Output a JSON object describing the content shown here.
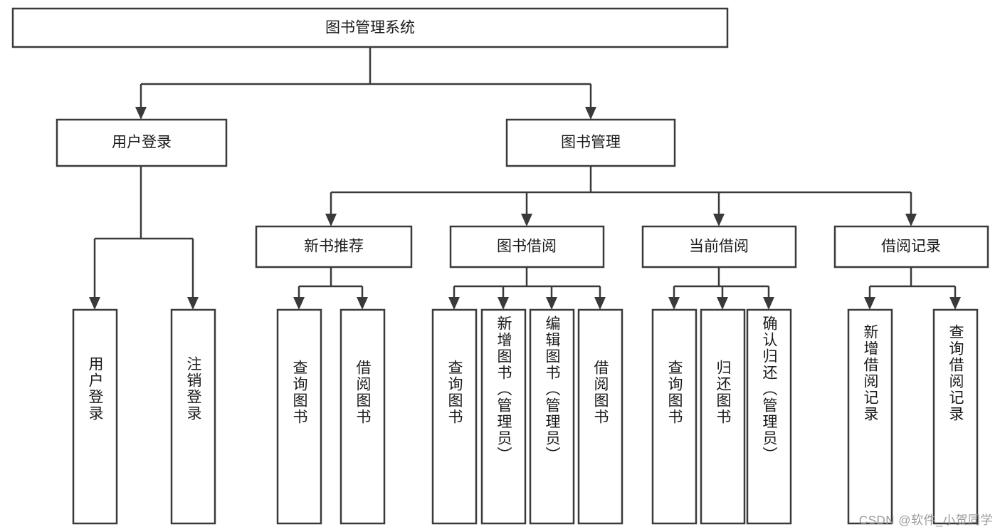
{
  "diagram": {
    "type": "hierarchy-tree",
    "title_node": {
      "id": "root",
      "label": "图书管理系统"
    },
    "level2": [
      {
        "id": "user-login",
        "label": "用户登录"
      },
      {
        "id": "book-manage",
        "label": "图书管理"
      }
    ],
    "level3": [
      {
        "id": "new-book-recommend",
        "label": "新书推荐"
      },
      {
        "id": "book-borrow",
        "label": "图书借阅"
      },
      {
        "id": "current-borrow",
        "label": "当前借阅"
      },
      {
        "id": "borrow-record",
        "label": "借阅记录"
      }
    ],
    "leaves": {
      "user_login": [
        {
          "id": "leaf-user-login",
          "label": "用户登录"
        },
        {
          "id": "leaf-logout-login",
          "label": "注销登录"
        }
      ],
      "new_book_recommend": [
        {
          "id": "leaf-query-book-1",
          "label": "查询图书"
        },
        {
          "id": "leaf-borrow-book-1",
          "label": "借阅图书"
        }
      ],
      "book_borrow": [
        {
          "id": "leaf-query-book-2",
          "label": "查询图书"
        },
        {
          "id": "leaf-add-book",
          "label": "新增图书（管理员）"
        },
        {
          "id": "leaf-edit-book",
          "label": "编辑图书（管理员）"
        },
        {
          "id": "leaf-borrow-book-2",
          "label": "借阅图书"
        }
      ],
      "current_borrow": [
        {
          "id": "leaf-query-book-3",
          "label": "查询图书"
        },
        {
          "id": "leaf-return-book",
          "label": "归还图书"
        },
        {
          "id": "leaf-confirm-return",
          "label": "确认归还（管理员）"
        }
      ],
      "borrow_record": [
        {
          "id": "leaf-add-record",
          "label": "新增借阅记录"
        },
        {
          "id": "leaf-query-record",
          "label": "查询借阅记录"
        }
      ]
    }
  },
  "watermark": {
    "text": "CSDN @软件_小贺同学"
  },
  "colors": {
    "stroke": "#3a3a3a",
    "box_fill": "#ffffff",
    "text": "#1a1a1a",
    "watermark": "#9a9a9a",
    "background": "#ffffff"
  }
}
